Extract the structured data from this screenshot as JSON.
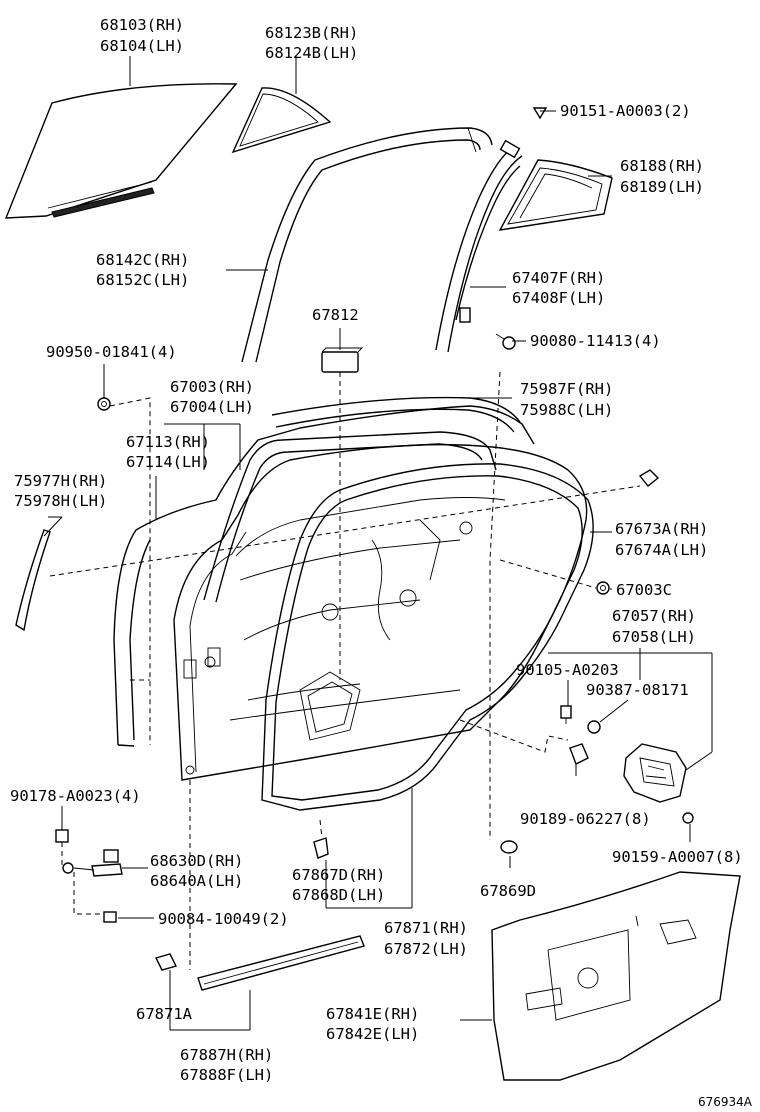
{
  "labels": {
    "glass_main_rh": "68103(RH)",
    "glass_main_lh": "68104(LH)",
    "glass_quarter_rh": "68123B(RH)",
    "glass_quarter_lh": "68124B(LH)",
    "screw_top": "90151-A0003(2)",
    "quarter_window_rh": "68188(RH)",
    "quarter_window_lh": "68189(LH)",
    "run_channel_rh": "68142C(RH)",
    "run_channel_lh": "68152C(LH)",
    "division_bar_rh": "67407F(RH)",
    "division_bar_lh": "67408F(LH)",
    "bolt_upper": "90080-11413(4)",
    "cushion": "67812",
    "clip_upper_left": "90950-01841(4)",
    "door_panel_rh": "67003(RH)",
    "door_panel_lh": "67004(LH)",
    "moulding_rh": "75987F(RH)",
    "moulding_lh": "75988C(LH)",
    "frame_rh": "67113(RH)",
    "frame_lh": "67114(LH)",
    "garnish_rh": "75977H(RH)",
    "garnish_lh": "75978H(LH)",
    "bracket_rh": "67673A(RH)",
    "bracket_lh": "67674A(LH)",
    "nut_side": "67003C",
    "hinge_rh": "67057(RH)",
    "hinge_lh": "67058(LH)",
    "bolt_hinge": "90105-A0203",
    "nut_hinge": "90387-08171",
    "bolt_left": "90178-A0023(4)",
    "check_rh": "68630D(RH)",
    "check_lh": "68640A(LH)",
    "clip_bottom_rh": "67867D(RH)",
    "clip_bottom_lh": "67868D(LH)",
    "hole_plug": "67869D",
    "clip_hinge": "90189-06227(8)",
    "screw_hinge": "90159-A0007(8)",
    "bolt_check": "90084-10049(2)",
    "weatherstrip_rh": "67871(RH)",
    "weatherstrip_lh": "67872(LH)",
    "weatherstrip_clip": "67871A",
    "service_hole_rh": "67841E(RH)",
    "service_hole_lh": "67842E(LH)",
    "belt_strip_rh": "67887H(RH)",
    "belt_strip_lh": "67888F(LH)",
    "figure_id": "676934A"
  }
}
